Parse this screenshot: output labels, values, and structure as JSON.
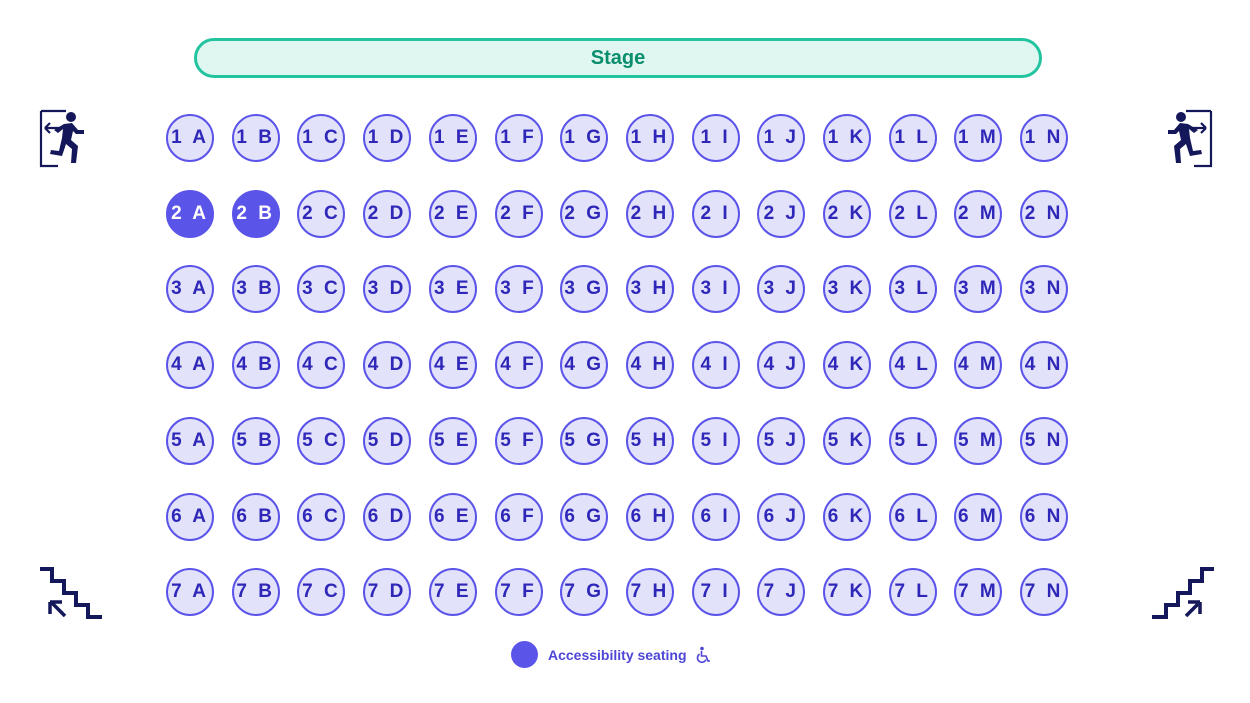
{
  "stage": {
    "label": "Stage"
  },
  "rows": [
    "1",
    "2",
    "3",
    "4",
    "5",
    "6",
    "7"
  ],
  "columns": [
    "A",
    "B",
    "C",
    "D",
    "E",
    "F",
    "G",
    "H",
    "I",
    "J",
    "K",
    "L",
    "M",
    "N"
  ],
  "accessible_seats": [
    "2A",
    "2B"
  ],
  "legend": {
    "label": "Accessibility seating"
  },
  "icons": {
    "exit_left": "exit-left-icon",
    "exit_right": "exit-right-icon",
    "stairs_left": "stairs-down-icon",
    "stairs_right": "stairs-up-icon",
    "wheelchair": "wheelchair-icon"
  },
  "colors": {
    "seat_border": "#5b54e8",
    "seat_fill": "#e3e2fb",
    "seat_text": "#2e27b8",
    "accessible_fill": "#5b54e8",
    "stage_border": "#22c4a0",
    "stage_fill": "#e0f6f1",
    "stage_text": "#0a8f6e",
    "icon_navy": "#14175a"
  }
}
